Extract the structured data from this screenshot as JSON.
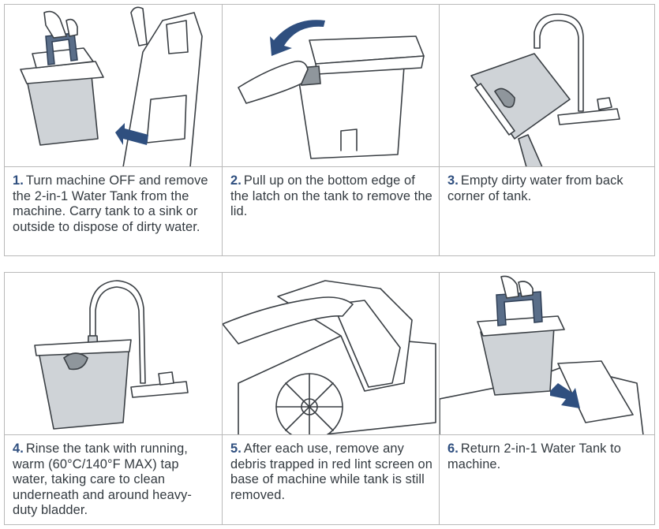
{
  "steps": [
    {
      "number": "1.",
      "text": "Turn machine OFF and remove the 2-in-1 Water Tank from the machine. Carry tank to a sink or outside to dispose of dirty water."
    },
    {
      "number": "2.",
      "text": "Pull up on the bottom edge of the latch on the tank to remove the lid."
    },
    {
      "number": "3.",
      "text": "Empty dirty water from back corner of tank."
    },
    {
      "number": "4.",
      "text": "Rinse the tank with running, warm (60°C/140°F MAX) tap water, taking care to clean underneath and around heavy-duty bladder."
    },
    {
      "number": "5.",
      "text": "After each use, remove any debris trapped in red lint screen on base of machine while tank is still removed."
    },
    {
      "number": "6.",
      "text": "Return 2-in-1 Water Tank to machine."
    }
  ],
  "illustrations": [
    {
      "icon": "remove-tank-illustration"
    },
    {
      "icon": "lift-lid-illustration"
    },
    {
      "icon": "empty-tank-illustration"
    },
    {
      "icon": "rinse-tank-illustration"
    },
    {
      "icon": "lint-screen-illustration"
    },
    {
      "icon": "return-tank-illustration"
    }
  ],
  "colors": {
    "accent": "#2f4f7f",
    "text": "#333a40",
    "border": "#b9b9b9"
  }
}
